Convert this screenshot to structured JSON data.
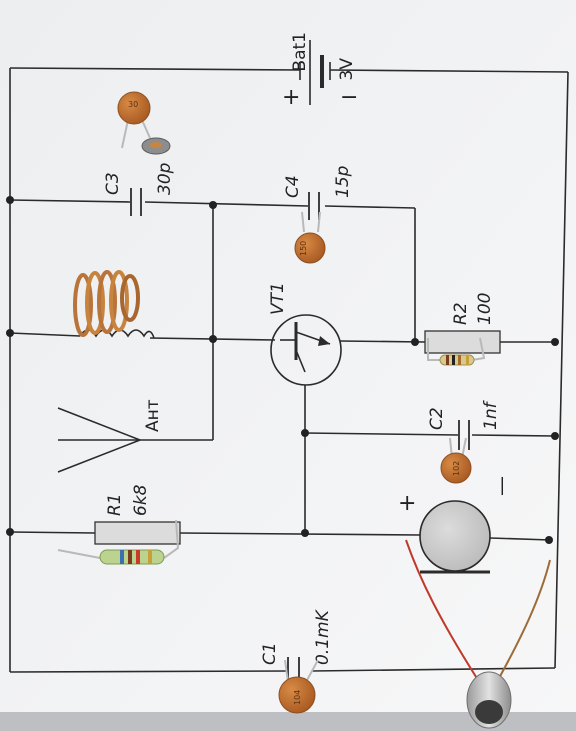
{
  "labels": {
    "battery": "Bat1",
    "battery_voltage": "3V",
    "plus": "+",
    "minus": "−",
    "c3": "C3",
    "c3_value": "30p",
    "c4": "C4",
    "c4_value": "15p",
    "vt1": "VT1",
    "r2": "R2",
    "r2_value": "100",
    "antenna": "Ант",
    "c2": "C2",
    "c2_value": "1nf",
    "r1": "R1",
    "r1_value": "6k8",
    "mic_plus": "+",
    "mic_minus": "—",
    "c1": "C1",
    "c1_value": "0.1mK"
  },
  "component_markings": {
    "c3_disc": "30",
    "c4_disc": "150",
    "c2_disc": "102",
    "c1_disc": "104"
  },
  "colors": {
    "board": "#f2f3f4",
    "wire": "#2b2b2b",
    "ceramic_capacitor": "#c06f2e",
    "copper_coil": "#b8743a",
    "microphone_membrane": "#cfcfcf"
  }
}
